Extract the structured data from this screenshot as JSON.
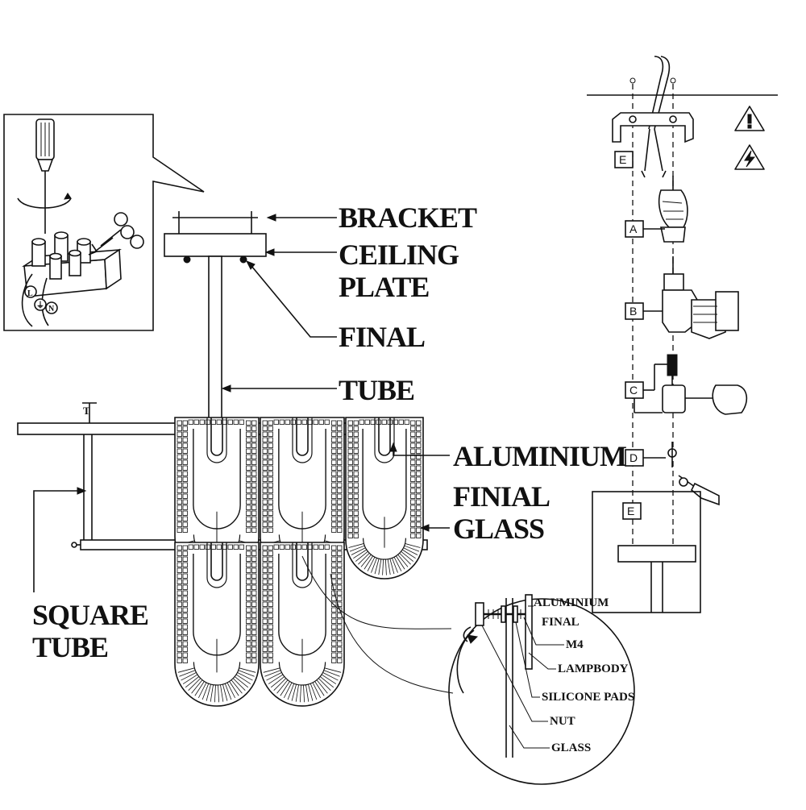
{
  "labels": {
    "bracket": "BRACKET",
    "ceiling_plate_1": "CEILING",
    "ceiling_plate_2": "PLATE",
    "final": "FINAL",
    "tube": "TUBE",
    "aluminium": "ALUMINIUM",
    "finial": "FINIAL",
    "glass": "GLASS",
    "square_tube_1": "SQUARE",
    "square_tube_2": "TUBE",
    "square_tube_cap": "T"
  },
  "detail_labels": {
    "aluminium": "ALUMINIUM",
    "final": "FINAL",
    "m4": "M4",
    "lampbody": "LAMPBODY",
    "silicone_pads": "SILICONE PADS",
    "nut": "NUT",
    "glass": "GLASS"
  },
  "steps": {
    "e_top": "E",
    "a": "A",
    "b": "B",
    "c": "C",
    "d": "D",
    "e_bottom": "E"
  },
  "terminal_marks": {
    "left": "L",
    "earth": "⏚",
    "neutral": "N"
  },
  "warning_icons": [
    "warning-icon",
    "electric-hazard-icon"
  ]
}
